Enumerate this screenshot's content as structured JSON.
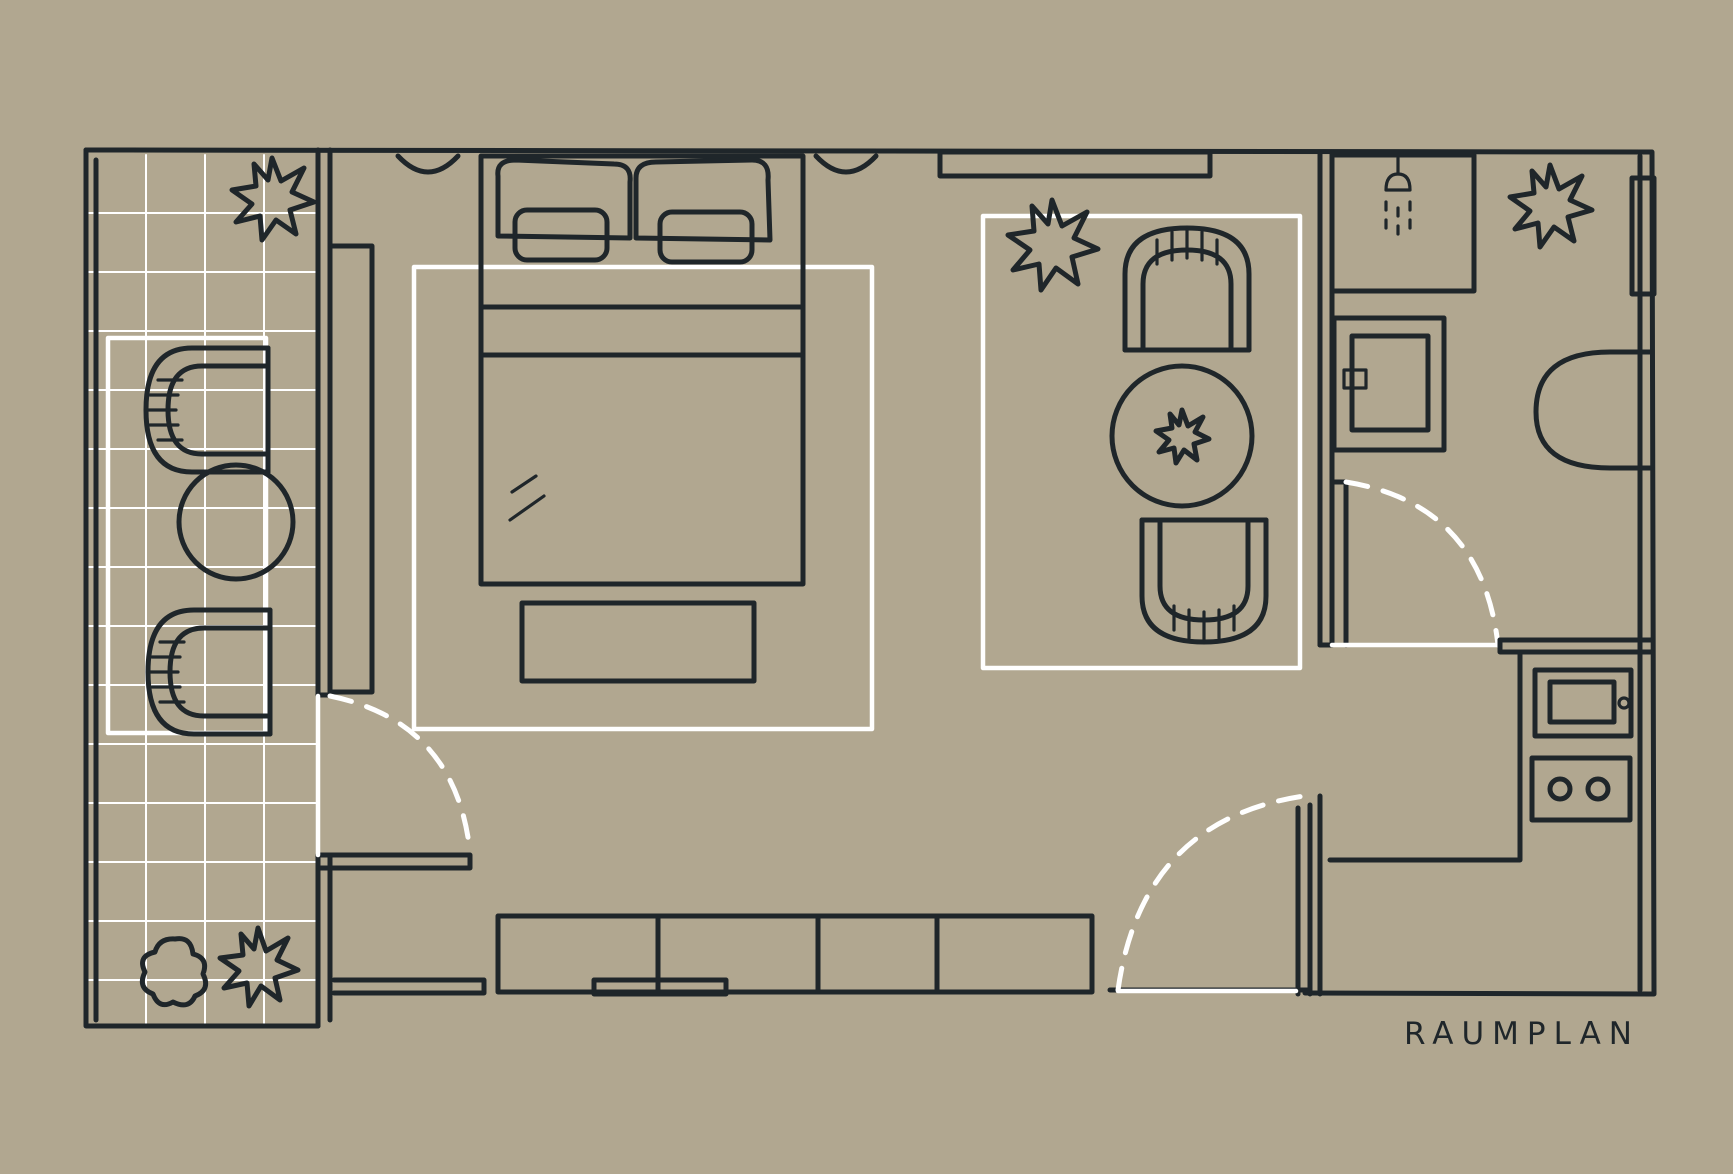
{
  "plan": {
    "label": "RAUMPLAN",
    "colors": {
      "background": "#b1a790",
      "ink": "#1f262a",
      "rug": "#ffffff",
      "door_swing": "#ffffff"
    },
    "rooms": [
      "balcony",
      "bedroom",
      "living-dining",
      "bathroom",
      "kitchenette",
      "hallway"
    ],
    "icons": [
      "plant-icon",
      "shower-icon",
      "sink-icon",
      "toilet-icon",
      "microwave-icon",
      "stove-icon",
      "armchair-icon",
      "bed-icon",
      "pillow-icon",
      "round-table-icon"
    ]
  }
}
